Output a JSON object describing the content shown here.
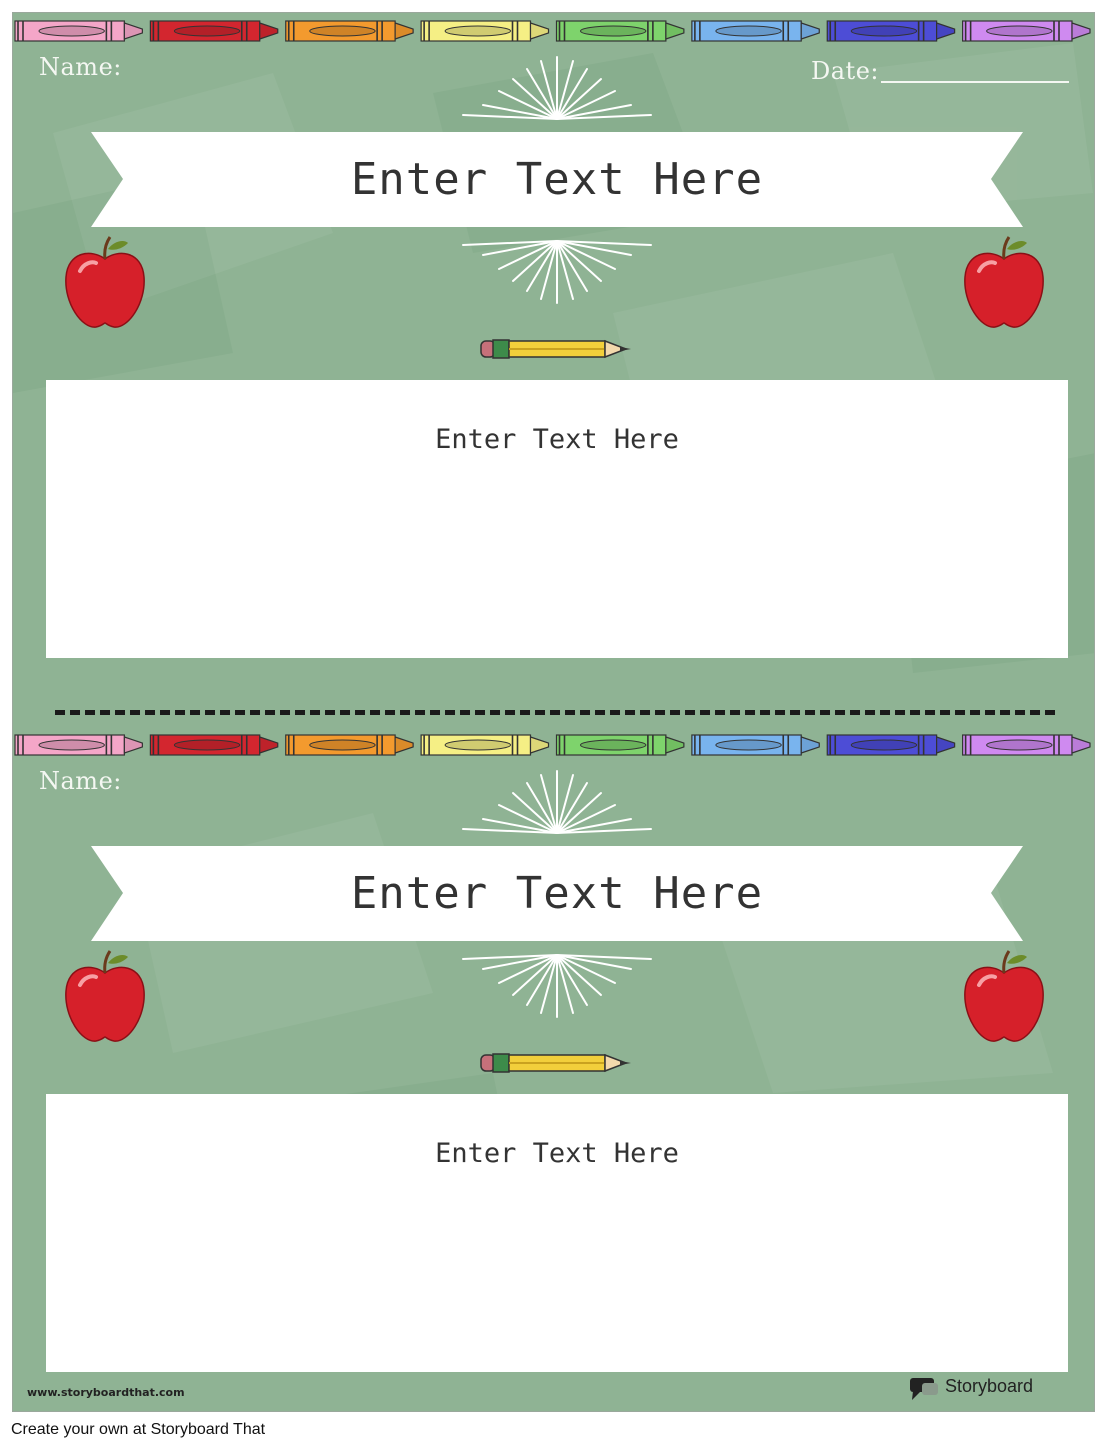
{
  "worksheet": {
    "background_color": "#8fb394",
    "crayon_colors": [
      "#f4a6c8",
      "#d3262f",
      "#f39a2e",
      "#f5ef85",
      "#7ed36c",
      "#79b4ee",
      "#4d4dd6",
      "#cf8af0"
    ],
    "top_card": {
      "name_label": "Name:",
      "date_label": "Date:",
      "banner_title": "Enter Text Here",
      "box_text": "Enter Text Here"
    },
    "bottom_card": {
      "name_label": "Name:",
      "banner_title": "Enter Text Here",
      "box_text": "Enter Text Here"
    },
    "watermark_url": "www.storyboardthat.com",
    "brand_logo_text": "Storyboard"
  },
  "footer": {
    "text": "Create your own at Storyboard That"
  },
  "icons": [
    "crayon-icon",
    "apple-icon",
    "pencil-icon",
    "sunburst-icon",
    "speech-bubble-icon"
  ]
}
